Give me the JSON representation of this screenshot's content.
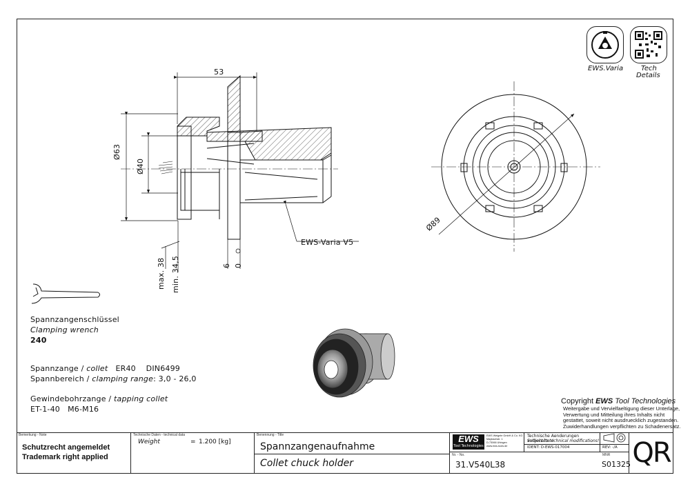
{
  "dimensions": {
    "length_53": "53",
    "dia_63": "Ø63",
    "dia_40": "Ø40",
    "dia_89": "Ø89",
    "max_38": "max. 38",
    "min_34_5": "min. 34,5",
    "six": "6",
    "zero": "0"
  },
  "callout": "EWS-Varia V5",
  "badges": {
    "varia_label": "EWS.Varia",
    "tech_label_1": "Tech",
    "tech_label_2": "Details"
  },
  "notes": {
    "wrench_de": "Spannzangenschlüssel",
    "wrench_en": "Clamping wrench",
    "wrench_num": "240",
    "collet_de": "Spannzange /",
    "collet_en": "collet",
    "collet_spec": "ER40    DIN6499",
    "range_de": "Spannbereich /",
    "range_en": "clamping range",
    "range_val": ": 3,0 - 26,0",
    "tapping_de": "Gewindebohrzange /",
    "tapping_en": "tapping collet",
    "tapping_spec": "ET-1-40   M6-M16"
  },
  "copyright": {
    "prefix": "Copyright ",
    "brand": "EWS",
    "suffix": " Tool Technologies",
    "line1": "Weitergabe und Vervielfaeltigung dieser Unterlage,",
    "line2": "Verwertung und Mitteilung ihres Inhalts nicht",
    "line3": "gestattet, soweit nicht ausdruecklich zugestanden.",
    "line4": "Zuwiderhandlungen verpflichten zu Schadenersatz."
  },
  "title_block": {
    "remark_label": "Bemerkung - Note",
    "remark_1": "Schutzrecht angemeldet",
    "remark_2": "Trademark right applied",
    "tech_label": "Technische Daten - technical data",
    "weight_label": "Weight",
    "weight_eq": "=",
    "weight_value": "1.200 [kg]",
    "title_label": "Benennung - Title",
    "title_de": "Spannzangenaufnahme",
    "title_en": "Collet chuck holder",
    "logo": "EWS",
    "logo_sub": "Tool Technologies",
    "company_1": "EWS Weigele GmbH & Co. KG",
    "company_2": "Maybachstr. 1",
    "company_3": "D-73066 Uhingen",
    "company_4": "www.ews-tools.de",
    "nr_label": "Nr. - No.",
    "part_no": "31.V540L38",
    "change_de": "Technische Aenderungen vorbehalten!",
    "change_en": "Subject to technical modifications!",
    "ident": "IDENT: D-EWS-017004",
    "rev": "REV: -/A",
    "mnr_label": "MNR",
    "mnr": "S01325",
    "qr": "QR"
  }
}
